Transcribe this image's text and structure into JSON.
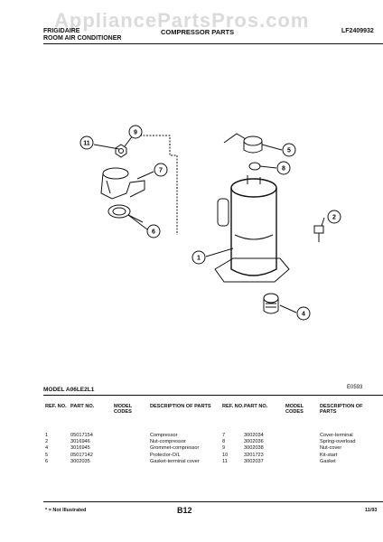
{
  "watermark": "AppliancePartsPros.com",
  "header": {
    "brand_line1": "FRIGIDAIRE",
    "brand_line2": "ROOM AIR CONDITIONER",
    "section_title": "COMPRESSOR PARTS",
    "model_code": "LF2409932"
  },
  "diagram": {
    "callouts": [
      "1",
      "2",
      "4",
      "5",
      "6",
      "7",
      "8",
      "9",
      "11"
    ]
  },
  "model_line": {
    "model": "MODEL A06LE2L1",
    "ref_code": "E0593"
  },
  "columns": {
    "ref_no": "REF. NO.",
    "part_no": "PART NO.",
    "model_codes": "MODEL CODES",
    "description": "DESCRIPTION OF PARTS"
  },
  "parts_left": [
    {
      "ref": "1",
      "part": "05017154",
      "code": "",
      "desc": "Compressor"
    },
    {
      "ref": "2",
      "part": "3016946",
      "code": "",
      "desc": "Nut-compressor"
    },
    {
      "ref": "4",
      "part": "3016945",
      "code": "",
      "desc": "Grommet-compressor"
    },
    {
      "ref": "5",
      "part": "05017142",
      "code": "",
      "desc": "Protector-O/L"
    },
    {
      "ref": "6",
      "part": "3002035",
      "code": "",
      "desc": "Gasket-terminal cover"
    }
  ],
  "parts_right": [
    {
      "ref": "7",
      "part": "3002034",
      "code": "",
      "desc": "Cover-terminal"
    },
    {
      "ref": "8",
      "part": "3002036",
      "code": "",
      "desc": "Spring-overload"
    },
    {
      "ref": "9",
      "part": "3002038",
      "code": "",
      "desc": "Nut-cover"
    },
    {
      "ref": "10",
      "part": "3201723",
      "code": "",
      "desc": "Kit-start"
    },
    {
      "ref": "11",
      "part": "3002037",
      "code": "",
      "desc": "Gasket"
    }
  ],
  "footer": {
    "note": "* = Not Illustrated",
    "page": "B12",
    "date": "11/93"
  }
}
